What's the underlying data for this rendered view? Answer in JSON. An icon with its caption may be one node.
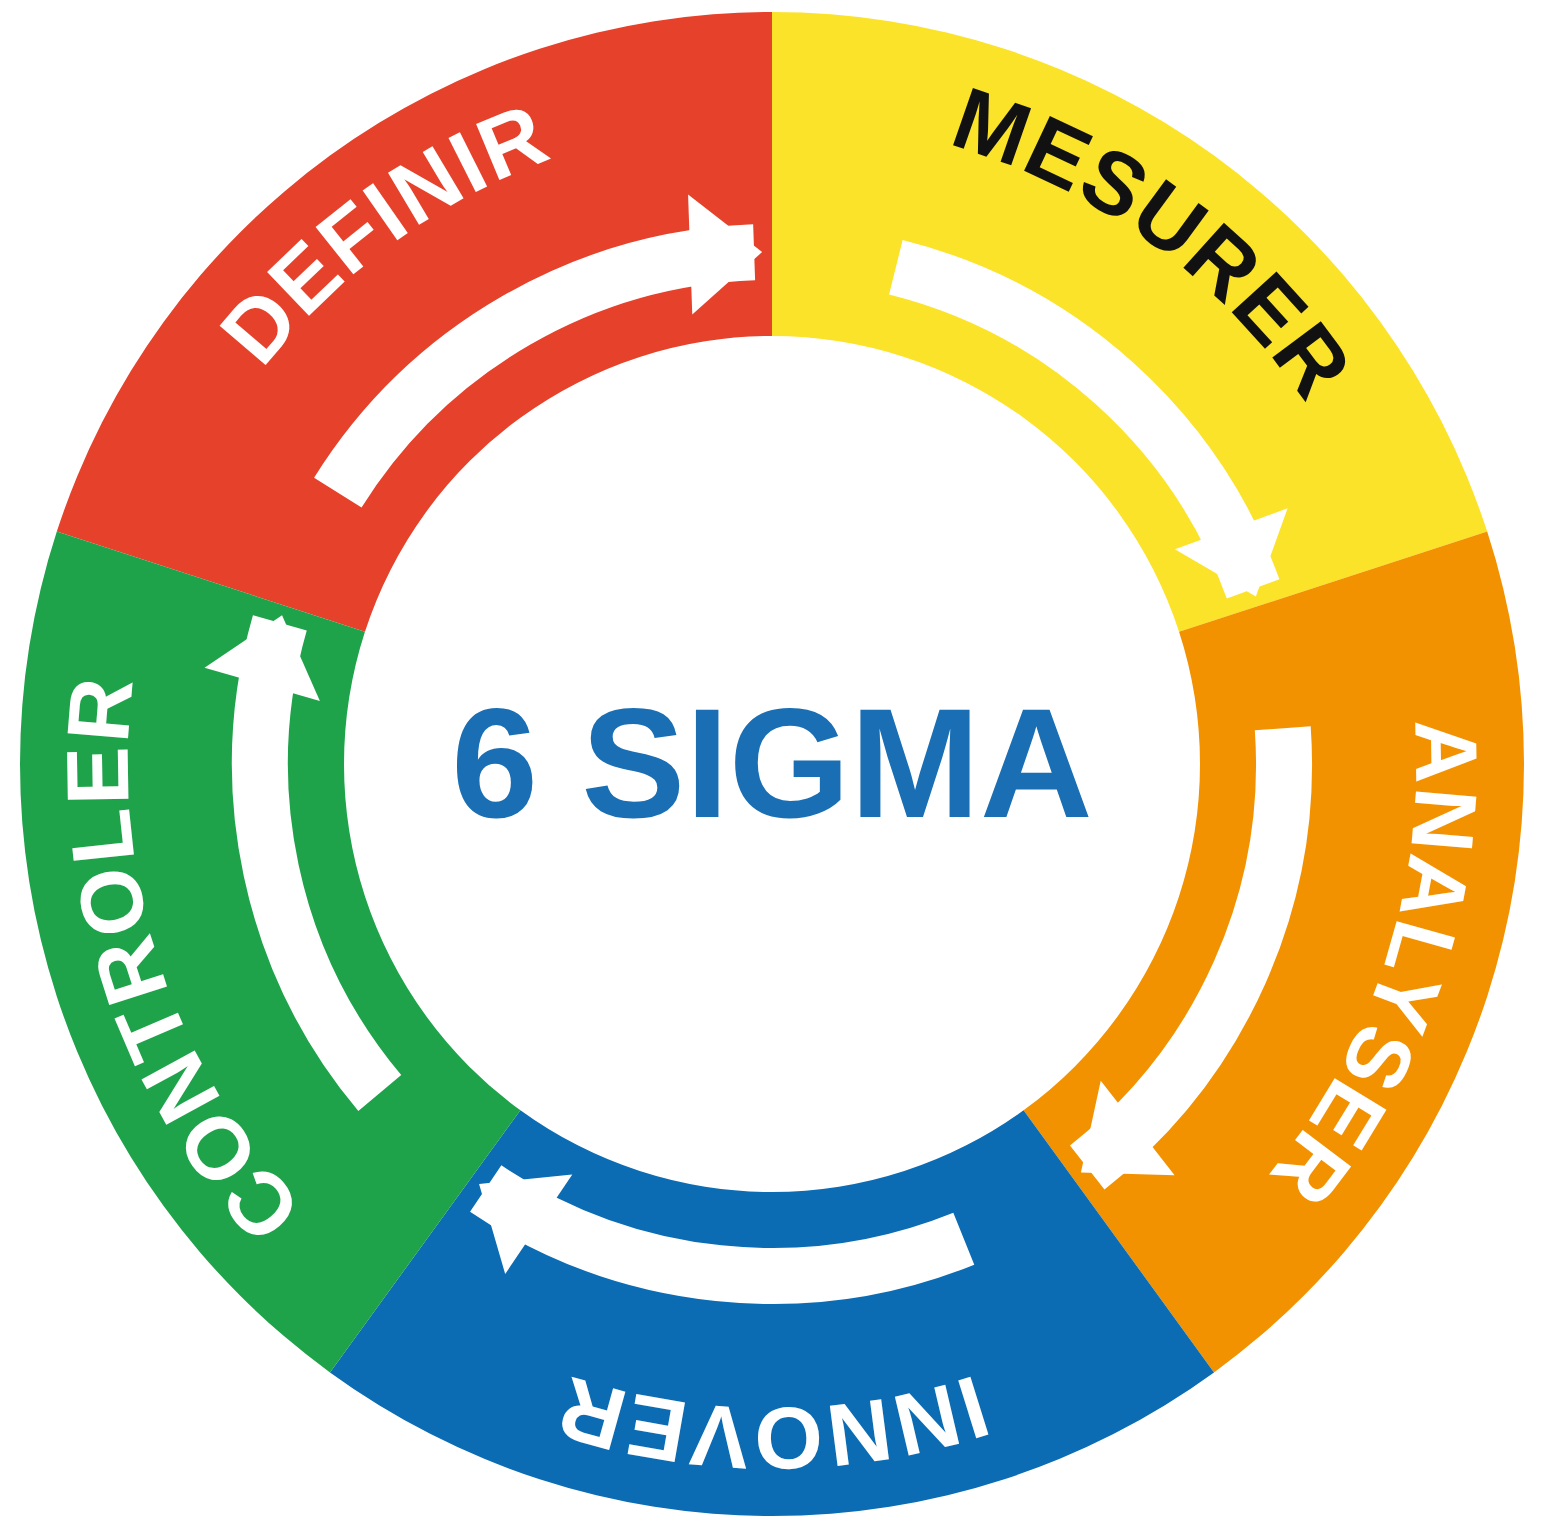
{
  "diagram": {
    "nodes": [
      {
        "text": [
          "DEFINIR"
        ]
      },
      {
        "text": [
          "MESURER"
        ]
      },
      {
        "text": [
          "ANALYSER"
        ]
      },
      {
        "text": [
          "INNOVER"
        ]
      },
      {
        "text": [
          "CONTROLER"
        ]
      },
      {
        "text": [
          "6 SIGMA"
        ]
      }
    ],
    "edges": [
      {
        "from": 0,
        "to": 1,
        "arrow": "to"
      },
      {
        "from": 1,
        "to": 2,
        "arrow": "to"
      },
      {
        "from": 2,
        "to": 3,
        "arrow": "to"
      },
      {
        "from": 3,
        "to": 4,
        "arrow": "to"
      },
      {
        "from": 4,
        "to": 0,
        "arrow": "to"
      }
    ]
  }
}
